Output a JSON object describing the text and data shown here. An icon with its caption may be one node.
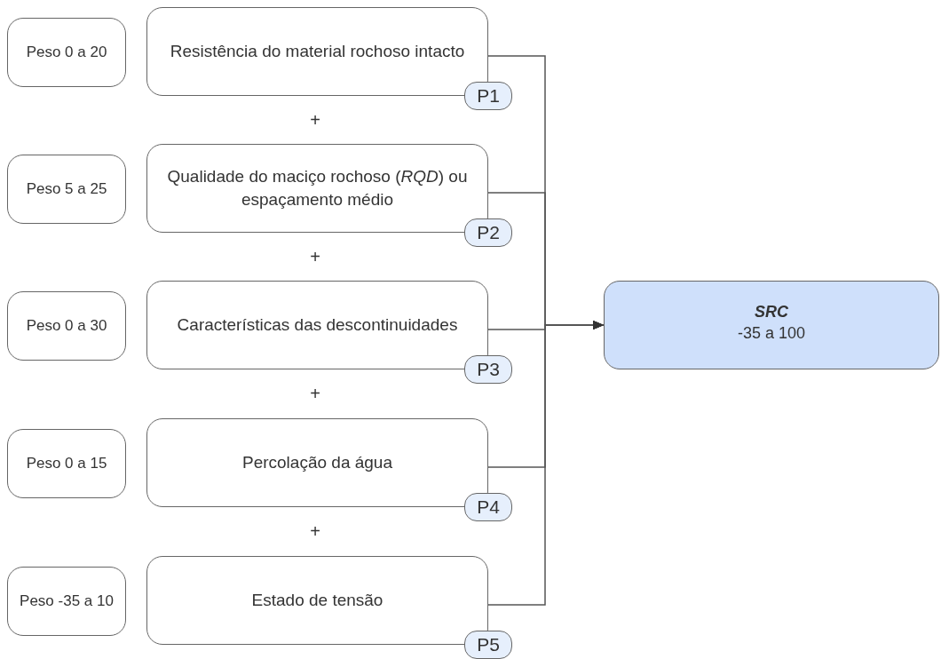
{
  "diagram": {
    "nodes": [
      {
        "text": [
          "Peso 0 a 20"
        ]
      },
      {
        "text": [
          "Resistência do material rochoso intacto"
        ]
      },
      {
        "text": [
          "P1"
        ]
      },
      {
        "text": [
          "Peso 5 a 25"
        ]
      },
      {
        "text": [
          "Qualidade do maciço rochoso (*RQD*) ou espaçamento médio"
        ]
      },
      {
        "text": [
          "P2"
        ]
      },
      {
        "text": [
          "Peso 0 a 30"
        ]
      },
      {
        "text": [
          "Características das descontinuidades"
        ]
      },
      {
        "text": [
          "P3"
        ]
      },
      {
        "text": [
          "Peso 0 a 15"
        ]
      },
      {
        "text": [
          "Percolação da água"
        ]
      },
      {
        "text": [
          "P4"
        ]
      },
      {
        "text": [
          "Peso -35 a 10"
        ]
      },
      {
        "text": [
          "Estado de tensão"
        ]
      },
      {
        "text": [
          "P5"
        ]
      },
      {
        "text": [
          "SRC",
          "-35 a 100"
        ]
      }
    ],
    "edges": [
      {
        "from": 1,
        "to": 15,
        "arrow": "to"
      },
      {
        "from": 4,
        "to": 15,
        "arrow": "to"
      },
      {
        "from": 7,
        "to": 15,
        "arrow": "to"
      },
      {
        "from": 10,
        "to": 15,
        "arrow": "to"
      },
      {
        "from": 13,
        "to": 15,
        "arrow": "to"
      }
    ],
    "labels": [
      "+",
      "+",
      "+",
      "+"
    ]
  }
}
